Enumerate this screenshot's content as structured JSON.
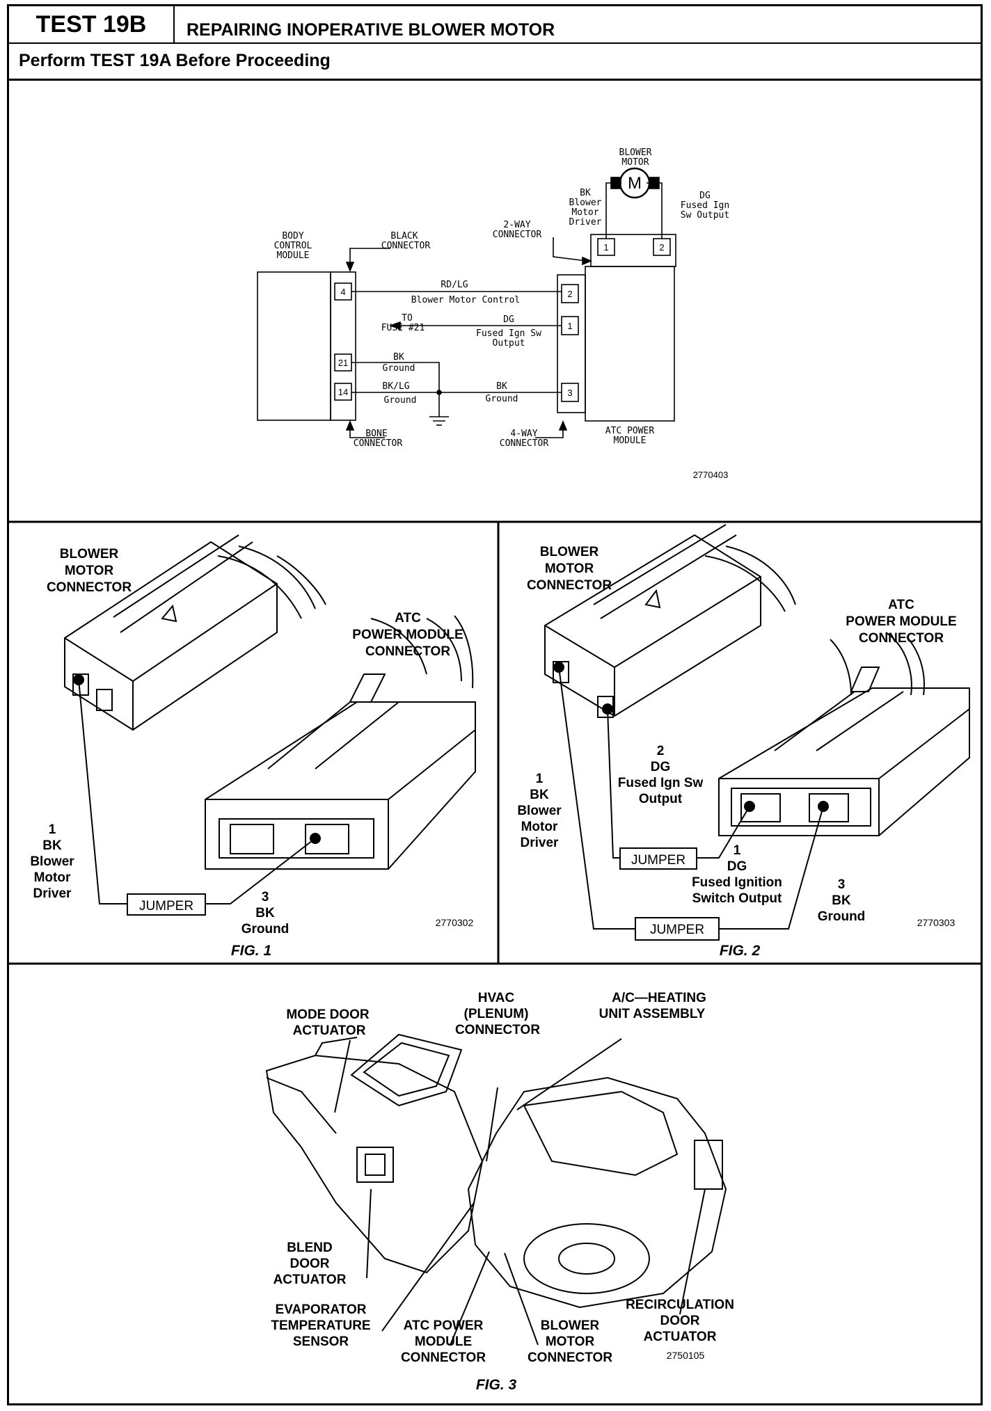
{
  "header": {
    "test_id": "TEST 19B",
    "title": "REPAIRING INOPERATIVE BLOWER MOTOR",
    "subtitle": "Perform TEST 19A Before Proceeding"
  },
  "schematic": {
    "blower_motor": "BLOWER MOTOR",
    "motor_symbol": "M",
    "bcm": "BODY CONTROL MODULE",
    "black_connector": "BLACK CONNECTOR",
    "bone_connector": "BONE CONNECTOR",
    "two_way": "2-WAY CONNECTOR",
    "four_way": "4-WAY CONNECTOR",
    "atc_module": "ATC POWER MODULE",
    "bk_driver": "BK Blower Motor Driver",
    "dg_fused": "DG Fused Ign Sw Output",
    "rdlg": "RD/LG",
    "blower_control": "Blower Motor Control",
    "to_fuse": "TO FUSE #21",
    "dg": "DG",
    "fused_sw": "Fused Ign Sw Output",
    "bk": "BK",
    "ground": "Ground",
    "bklg": "BK/LG",
    "pins": {
      "p4": "4",
      "p21": "21",
      "p14": "14",
      "p2": "2",
      "p1": "1",
      "p3": "3",
      "m1": "1",
      "m2": "2"
    },
    "ref": "2770403"
  },
  "fig1": {
    "blower_conn": "BLOWER MOTOR CONNECTOR",
    "atc_conn": "ATC POWER MODULE CONNECTOR",
    "wire1": [
      "1",
      "BK",
      "Blower",
      "Motor",
      "Driver"
    ],
    "jumper": "JUMPER",
    "wire3": [
      "3",
      "BK",
      "Ground"
    ],
    "ref": "2770302",
    "caption": "FIG. 1"
  },
  "fig2": {
    "blower_conn": "BLOWER MOTOR CONNECTOR",
    "atc_conn": "ATC POWER MODULE CONNECTOR",
    "wire2": [
      "2",
      "DG",
      "Fused Ign Sw",
      "Output"
    ],
    "wire1": [
      "1",
      "BK",
      "Blower",
      "Motor",
      "Driver"
    ],
    "jumper_a": "JUMPER",
    "wire1dg": [
      "1",
      "DG",
      "Fused Ignition",
      "Switch Output"
    ],
    "wire3": [
      "3",
      "BK",
      "Ground"
    ],
    "jumper_b": "JUMPER",
    "ref": "2770303",
    "caption": "FIG. 2"
  },
  "fig3": {
    "mode_door": "MODE DOOR ACTUATOR",
    "hvac": "HVAC (PLENUM) CONNECTOR",
    "ac_heating": "A/C—HEATING UNIT ASSEMBLY",
    "blend_door": "BLEND DOOR ACTUATOR",
    "evap": "EVAPORATOR TEMPERATURE SENSOR",
    "atc_conn": "ATC POWER MODULE CONNECTOR",
    "blower_conn": "BLOWER MOTOR CONNECTOR",
    "recirc": "RECIRCULATION DOOR ACTUATOR",
    "ref": "2750105",
    "caption": "FIG. 3"
  }
}
